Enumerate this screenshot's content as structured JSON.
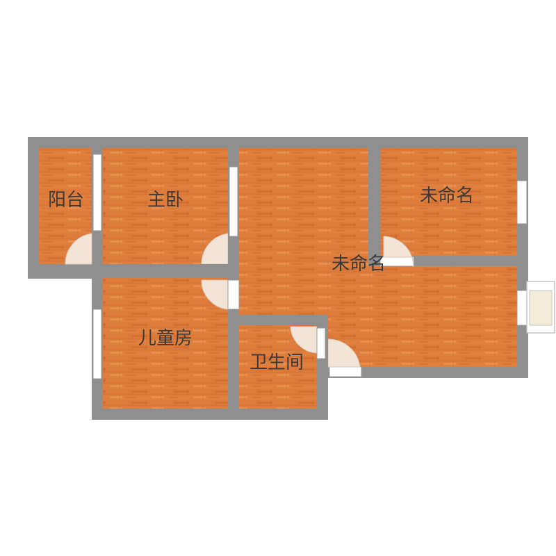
{
  "floorplan": {
    "colors": {
      "wall": "#8f8f8f",
      "floor": "#e0803f",
      "floor_dark": "#c9652a",
      "floor_light": "#ec9a5a",
      "door_swing": "#f3e4d6",
      "window": "#ffffff",
      "background": "#ffffff"
    },
    "rooms": [
      {
        "id": "balcony",
        "label": "阳台"
      },
      {
        "id": "master-bedroom",
        "label": "主卧"
      },
      {
        "id": "unnamed-main",
        "label": "未命名"
      },
      {
        "id": "unnamed-room",
        "label": "未命名"
      },
      {
        "id": "kids-room",
        "label": "儿童房"
      },
      {
        "id": "bathroom",
        "label": "卫生间"
      }
    ]
  }
}
